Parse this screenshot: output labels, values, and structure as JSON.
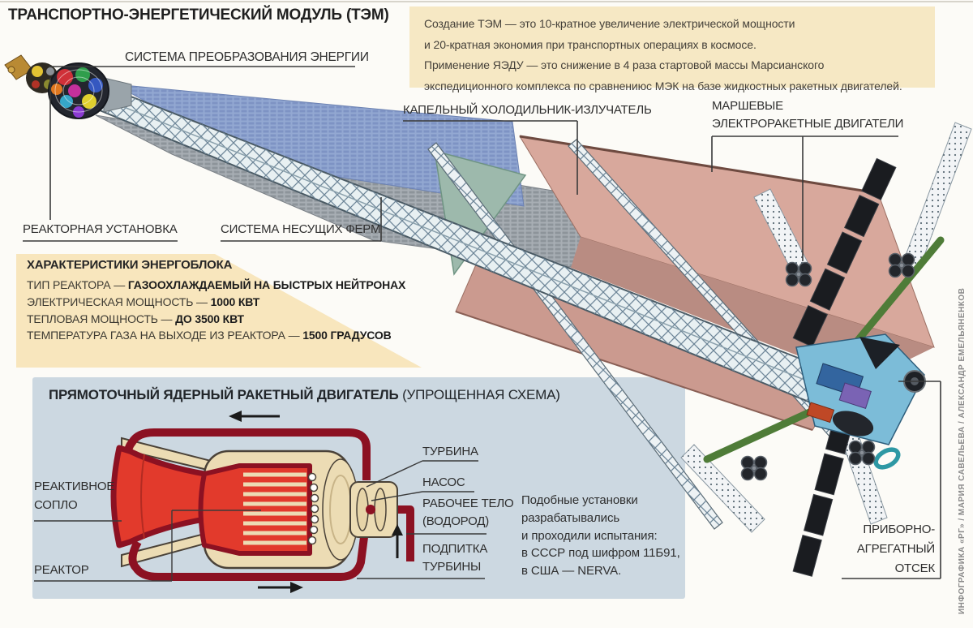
{
  "title": "ТРАНСПОРТНО-ЭНЕРГЕТИЧЕСКИЙ МОДУЛЬ (ТЭМ)",
  "intro": {
    "lines": [
      "Создание ТЭМ — это 10-кратное увеличение электрической мощности",
      "и 20-кратная экономия при транспортных операциях в космосе.",
      "Применение ЯЭДУ — это снижение в 4 раза стартовой массы Марсианского",
      "экспедиционного комплекса по сравнениюс МЭК на базе жидкостных ракетных двигателей."
    ]
  },
  "callouts": {
    "energy_conversion": "СИСТЕМА ПРЕОБРАЗОВАНИЯ ЭНЕРГИИ",
    "drip_radiator": "КАПЕЛЬНЫЙ ХОЛОДИЛЬНИК-ИЗЛУЧАТЕЛЬ",
    "thrusters_line1": "МАРШЕВЫЕ",
    "thrusters_line2": "ЭЛЕКТРОРАКЕТНЫЕ ДВИГАТЕЛИ",
    "reactor_unit": "РЕАКТОРНАЯ УСТАНОВКА",
    "truss_system": "СИСТЕМА НЕСУЩИХ ФЕРМ",
    "instrument_bay": [
      "ПРИБОРНО-",
      "АГРЕГАТНЫЙ",
      "ОТСЕК"
    ]
  },
  "specs": {
    "heading": "ХАРАКТЕРИСТИКИ ЭНЕРГОБЛОКА",
    "rows": [
      {
        "label": "ТИП РЕАКТОРА — ",
        "value": "ГАЗООХЛАЖДАЕМЫЙ НА БЫСТРЫХ НЕЙТРОНАХ"
      },
      {
        "label": "ЭЛЕКТРИЧЕСКАЯ МОЩНОСТЬ — ",
        "value": "1000 КВТ"
      },
      {
        "label": "ТЕПЛОВАЯ МОЩНОСТЬ — ",
        "value": "ДО 3500 КВТ"
      },
      {
        "label": "ТЕМПЕРАТУРА ГАЗА НА ВЫХОДЕ ИЗ РЕАКТОРА — ",
        "value": "1500 ГРАДУСОВ"
      }
    ]
  },
  "engine": {
    "title_bold": "ПРЯМОТОЧНЫЙ ЯДЕРНЫЙ РАКЕТНЫЙ ДВИГАТЕЛЬ",
    "title_note": " (УПРОЩЕННАЯ СХЕМА)",
    "labels": {
      "turbine": "ТУРБИНА",
      "pump": "НАСОС",
      "working_fluid_1": "РАБОЧЕЕ ТЕЛО",
      "working_fluid_2": "(ВОДОРОД)",
      "feed_1": "ПОДПИТКА",
      "feed_2": "ТУРБИНЫ",
      "nozzle_1": "РЕАКТИВНОЕ",
      "nozzle_2": "СОПЛО",
      "reactor": "РЕАКТОР"
    },
    "note_lines": [
      "Подобные установки",
      "разрабатывались",
      "и проходили испытания:",
      "в СССР под шифром 11Б91,",
      "в США — NERVA."
    ]
  },
  "credit": "ИНФОГРАФИКА «РГ» / МАРИЯ САВЕЛЬЕВА / АЛЕКСАНДР ЕМЕЛЬЯНЕНКОВ",
  "colors": {
    "accent_beige": "#f6e8c4",
    "accent_blue": "#ccd8e1",
    "dark_red": "#8c1122",
    "red": "#e23a2c",
    "cream": "#ecdcb4",
    "pink_panel": "#d8a89c",
    "teal_panel": "#9db9ac"
  }
}
